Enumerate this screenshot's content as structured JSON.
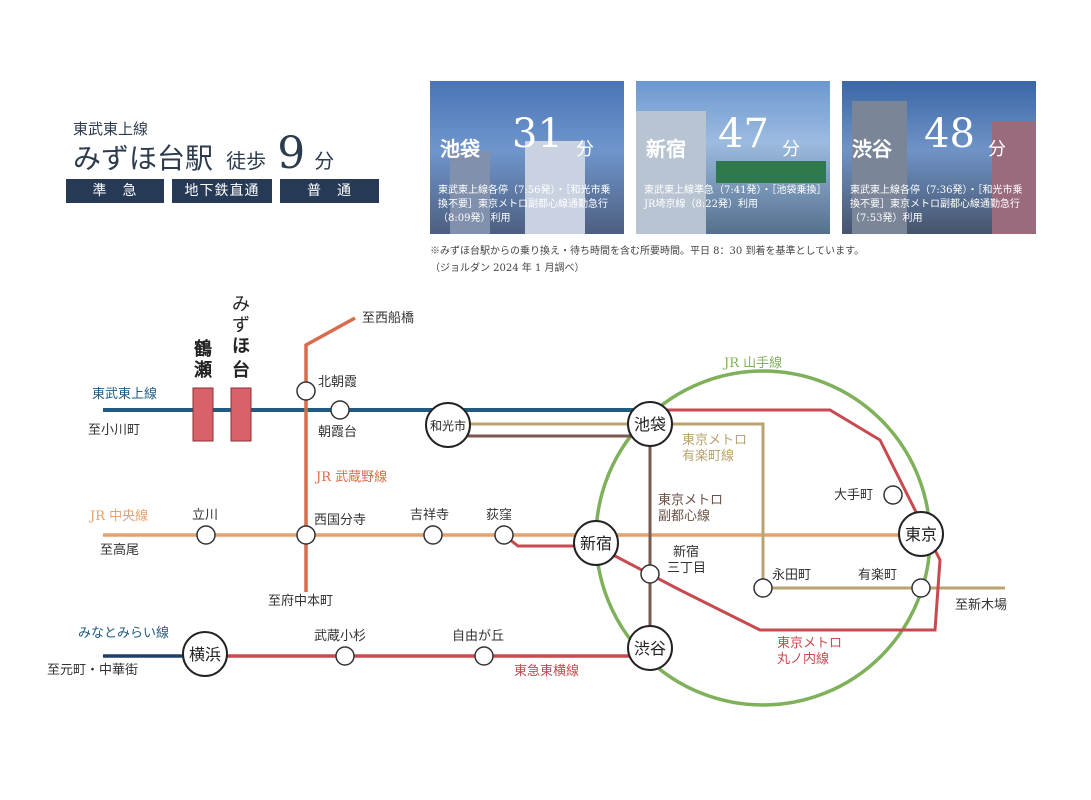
{
  "header": {
    "line_name": "東武東上線",
    "station": "みずほ台駅",
    "walk_label": "徒歩",
    "walk_minutes": "9",
    "minute_unit": "分",
    "badges": [
      "準　急",
      "地下鉄直通",
      "普　通"
    ]
  },
  "cards": [
    {
      "dest": "池袋",
      "minutes": "31",
      "unit": "分",
      "route": "東武東上線各停（7:56発）・［和光市乗換不要］東京メトロ副都心線通勤急行（8:09発）利用"
    },
    {
      "dest": "新宿",
      "minutes": "47",
      "unit": "分",
      "route": "東武東上線準急（7:41発）・［池袋乗換］JR埼京線（8:22発）利用"
    },
    {
      "dest": "渋谷",
      "minutes": "48",
      "unit": "分",
      "route": "東武東上線各停（7:36発）・［和光市乗換不要］東京メトロ副都心線通勤急行（7:53発）利用"
    }
  ],
  "notes": [
    "※みずほ台駅からの乗り換え・待ち時間を含む所要時間。平日 8：30 到着を基準としています。",
    "（ジョルダン 2024 年 1 月調べ）"
  ],
  "map": {
    "line_labels": {
      "tobu": "東武東上線",
      "musashino": "JR 武蔵野線",
      "chuo": "JR 中央線",
      "minatomirai": "みなとみらい線",
      "toyoko": "東急東横線",
      "yamanote": "JR 山手線",
      "yurakucho": [
        "東京メトロ",
        "有楽町線"
      ],
      "fukutoshin": [
        "東京メトロ",
        "副都心線"
      ],
      "marunouchi": [
        "東京メトロ",
        "丸ノ内線"
      ]
    },
    "directions": {
      "nishifunabashi": "至西船橋",
      "ogawamachi": "至小川町",
      "takao": "至高尾",
      "fuchuhonmachi": "至府中本町",
      "motomachi": "至元町・中華街",
      "shinkiba": "至新木場"
    },
    "tsuruse": "鶴瀬",
    "mizuhodai": "みずほ台",
    "stations": {
      "kitaasaka": "北朝霞",
      "asakadai": "朝霞台",
      "wakoshi": "和光市",
      "ikebukuro": "池袋",
      "tachikawa": "立川",
      "nishikokubunji": "西国分寺",
      "kichijoji": "吉祥寺",
      "ogikubo": "荻窪",
      "shinjuku": "新宿",
      "shinjuku3": [
        "新宿",
        "三丁目"
      ],
      "nagatacho": "永田町",
      "yurakucho": "有楽町",
      "otemachi": "大手町",
      "tokyo": "東京",
      "yokohama": "横浜",
      "musashikosugi": "武蔵小杉",
      "jiyugaoka": "自由が丘",
      "shibuya": "渋谷"
    },
    "colors": {
      "tobu": "#1f5c82",
      "musashino": "#d96c4c",
      "chuo": "#e8a06a",
      "yamanote": "#7fb05a",
      "yurakucho": "#b9a36e",
      "fukutoshin": "#7a5a4f",
      "marunouchi": "#c8494f",
      "toyoko": "#c8494f",
      "minatomirai": "#1f3f6b",
      "highlight": "#d9626a"
    }
  }
}
